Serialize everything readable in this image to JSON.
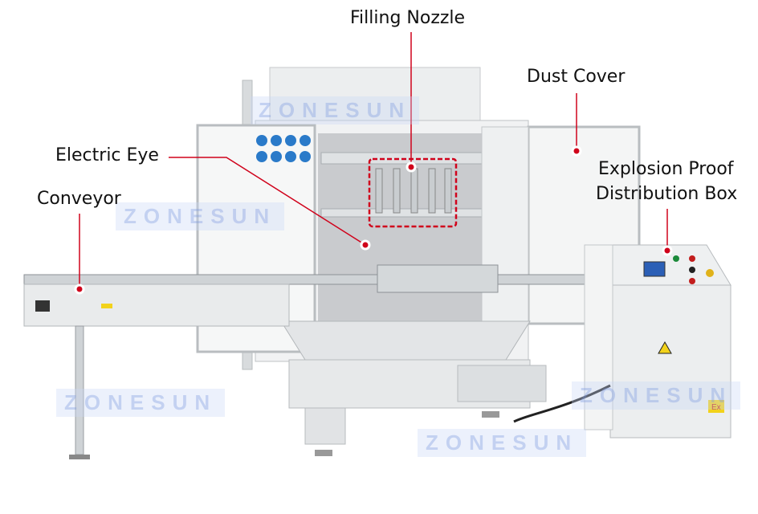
{
  "callouts": {
    "filling_nozzle": "Filling Nozzle",
    "dust_cover": "Dust Cover",
    "electric_eye": "Electric Eye",
    "conveyor": "Conveyor",
    "distribution_box_line1": "Explosion Proof",
    "distribution_box_line2": "Distribution Box"
  },
  "watermark": "ZONESUN",
  "panel_mark": "Ex",
  "colors": {
    "callout_red": "#d0021b",
    "machine_steel": "#e4e6e8",
    "frame": "#cfd3d6"
  }
}
